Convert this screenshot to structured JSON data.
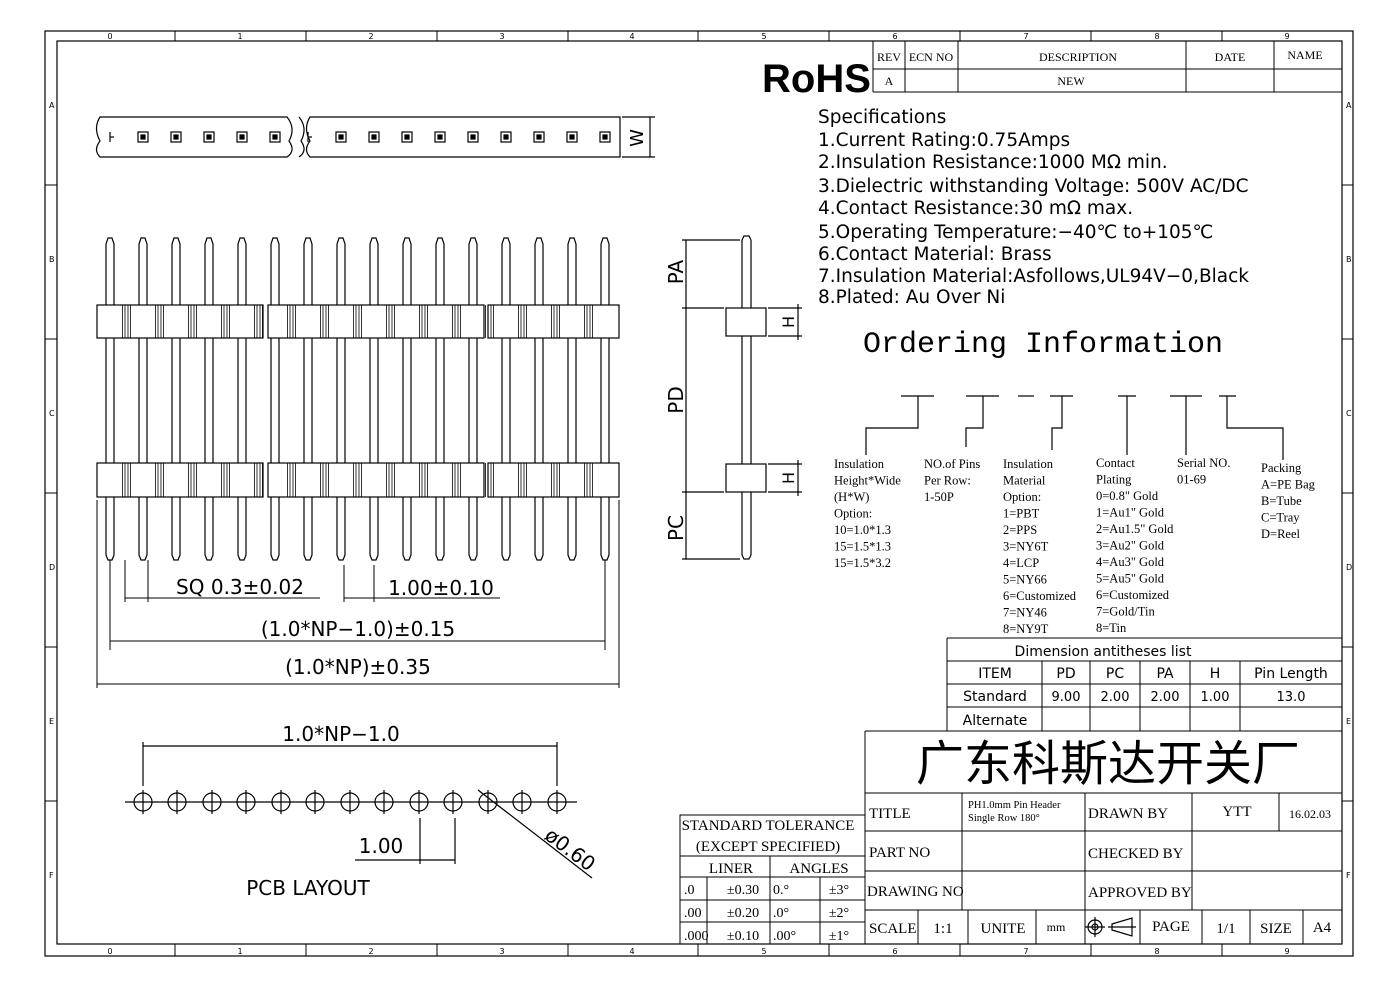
{
  "frame": {
    "cols": [
      "0",
      "1",
      "2",
      "3",
      "4",
      "5",
      "6",
      "7",
      "8",
      "9"
    ],
    "rows": [
      "A",
      "B",
      "C",
      "D",
      "E",
      "F"
    ]
  },
  "rohs": "RoHS",
  "revision": {
    "headers": {
      "rev": "REV",
      "ecn": "ECN NO",
      "desc": "DESCRIPTION",
      "date": "DATE",
      "name": "NAME"
    },
    "row": {
      "rev": "A",
      "ecn": "",
      "desc": "NEW",
      "date": "",
      "name": ""
    }
  },
  "specs": {
    "heading": "Specifications",
    "items": [
      "1.Current  Rating:0.75Amps",
      "2.Insulation  Resistance:1000  MΩ  min.",
      "3.Dielectric  withstanding  Voltage: 500V AC/DC",
      "4.Contact  Resistance:30  mΩ  max.",
      "5.Operating  Temperature:−40℃  to+105℃",
      "6.Contact  Material:  Brass",
      "7.Insulation  Material:Asfollows,UL94V−0,Black",
      "8.Plated:  Au  Over  Ni"
    ]
  },
  "ordering": {
    "title": "Ordering  Information",
    "groups": [
      {
        "lines": [
          "Insulation",
          "Height*Wide",
          "(H*W)",
          "Option:",
          "10=1.0*1.3",
          "15=1.5*1.3",
          "15=1.5*3.2"
        ]
      },
      {
        "lines": [
          "NO.of Pins",
          "Per Row:",
          "1-50P"
        ]
      },
      {
        "lines": [
          "Insulation",
          "Material",
          "Option:",
          "1=PBT",
          "2=PPS",
          "3=NY6T",
          "4=LCP",
          "5=NY66",
          "6=Customized",
          "7=NY46",
          "8=NY9T"
        ]
      },
      {
        "lines": [
          "Contact",
          "Plating",
          "0=0.8\" Gold",
          "1=Au1\" Gold",
          "2=Au1.5\" Gold",
          "3=Au2\" Gold",
          "4=Au3\" Gold",
          "5=Au5\" Gold",
          "6=Customized",
          "7=Gold/Tin",
          "8=Tin"
        ]
      },
      {
        "lines": [
          "Serial NO.",
          "01-69"
        ]
      },
      {
        "lines": [
          "Packing",
          "A=PE Bag",
          "B=Tube",
          "C=Tray",
          "D=Reel"
        ]
      }
    ]
  },
  "dimensions": {
    "w": "W",
    "pa": "PA",
    "pd": "PD",
    "pc": "PC",
    "h1": "H",
    "h2": "H",
    "sq": "SQ  0.3±0.02",
    "pitch": "1.00±0.10",
    "np_minus": "(1.0*NP−1.0)±0.15",
    "np": "(1.0*NP)±0.35",
    "pcb_span": "1.0*NP−1.0",
    "pcb_pitch": "1.00",
    "pcb_hole": "ø0.60",
    "pcb_label": "PCB  LAYOUT"
  },
  "dim_table": {
    "title": "Dimension  antitheses  list",
    "headers": [
      "ITEM",
      "PD",
      "PC",
      "PA",
      "H",
      "Pin Length"
    ],
    "rows": [
      [
        "Standard",
        "9.00",
        "2.00",
        "2.00",
        "1.00",
        "13.0"
      ],
      [
        "Alternate",
        "",
        "",
        "",
        "",
        ""
      ]
    ]
  },
  "company": "广东科斯达开关厂",
  "tolerance": {
    "title1": "STANDARD  TOLERANCE",
    "title2": "(EXCEPT   SPECIFIED)",
    "liner": "LINER",
    "angles": "ANGLES",
    "rows": [
      [
        ".0",
        "±0.30",
        "0.°",
        "±3°"
      ],
      [
        ".00",
        "±0.20",
        ".0°",
        "±2°"
      ],
      [
        ".000",
        "±0.10",
        ".00°",
        "±1°"
      ]
    ]
  },
  "title_block": {
    "title_label": "TITLE",
    "title_value_1": "PH1.0mm Pin Header",
    "title_value_2": "Single Row 180°",
    "drawn_label": "DRAWN BY",
    "drawn_value": "YTT",
    "drawn_date": "16.02.03",
    "part_label": "PART NO",
    "checked_label": "CHECKED BY",
    "drawing_label": "DRAWING NO",
    "approved_label": "APPROVED BY",
    "scale_label": "SCALE",
    "scale_value": "1:1",
    "unite_label": "UNITE",
    "unite_value": "mm",
    "page_label": "PAGE",
    "page_value": "1/1",
    "size_label": "SIZE",
    "size_value": "A4"
  }
}
